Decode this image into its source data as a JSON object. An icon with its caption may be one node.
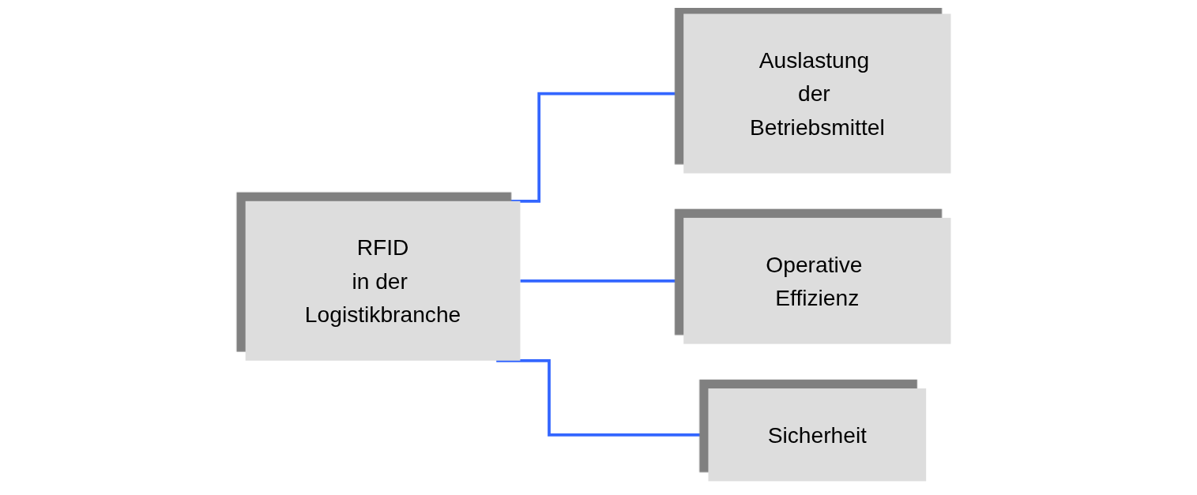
{
  "diagram": {
    "nodes": [
      {
        "text": [
          "RFID",
          "in der Logistikbranche"
        ]
      },
      {
        "text": [
          "Auslastung der Betriebsmittel"
        ]
      },
      {
        "text": [
          "Operative Effizienz"
        ]
      },
      {
        "text": [
          "Sicherheit"
        ]
      }
    ],
    "edges": [
      {
        "from": 0,
        "to": 1,
        "arrow": "none"
      },
      {
        "from": 0,
        "to": 2,
        "arrow": "none"
      },
      {
        "from": 0,
        "to": 3,
        "arrow": "none"
      }
    ]
  }
}
